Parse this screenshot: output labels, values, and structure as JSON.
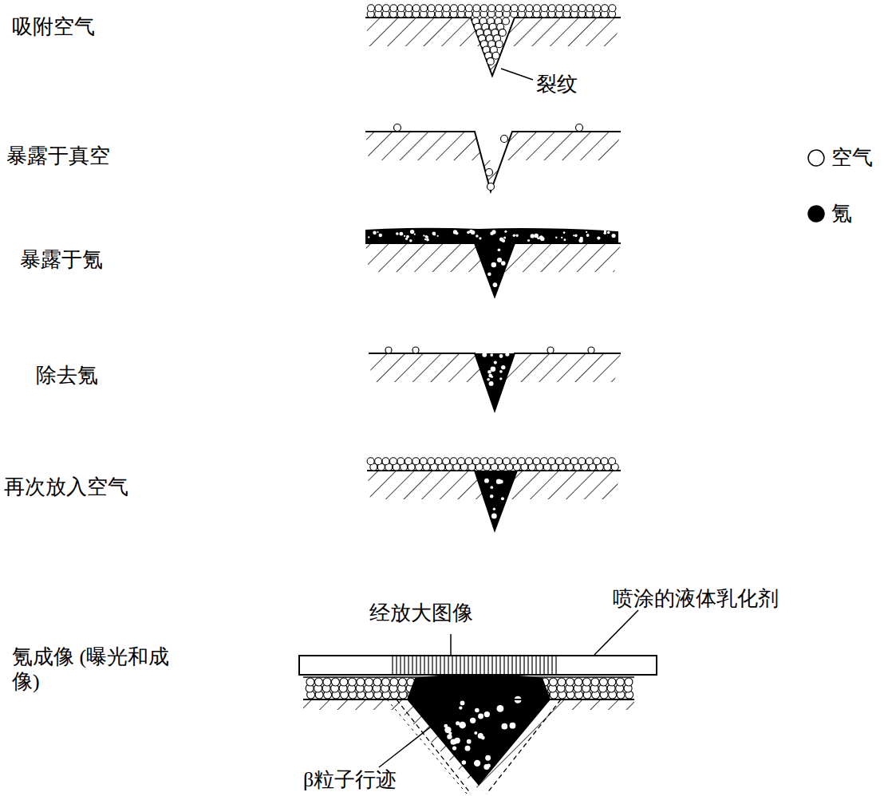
{
  "diagram": {
    "labels": [
      "吸附空气",
      "裂纹",
      "暴露于真空",
      "暴露于氪",
      "除去氪",
      "再次放入空气",
      "氪成像 (曝光和成像)",
      "经放大图像",
      "喷涂的液体乳化剂",
      "β粒子行迹"
    ],
    "legend": [
      {
        "text": "空气"
      },
      {
        "text": "氪"
      }
    ]
  }
}
